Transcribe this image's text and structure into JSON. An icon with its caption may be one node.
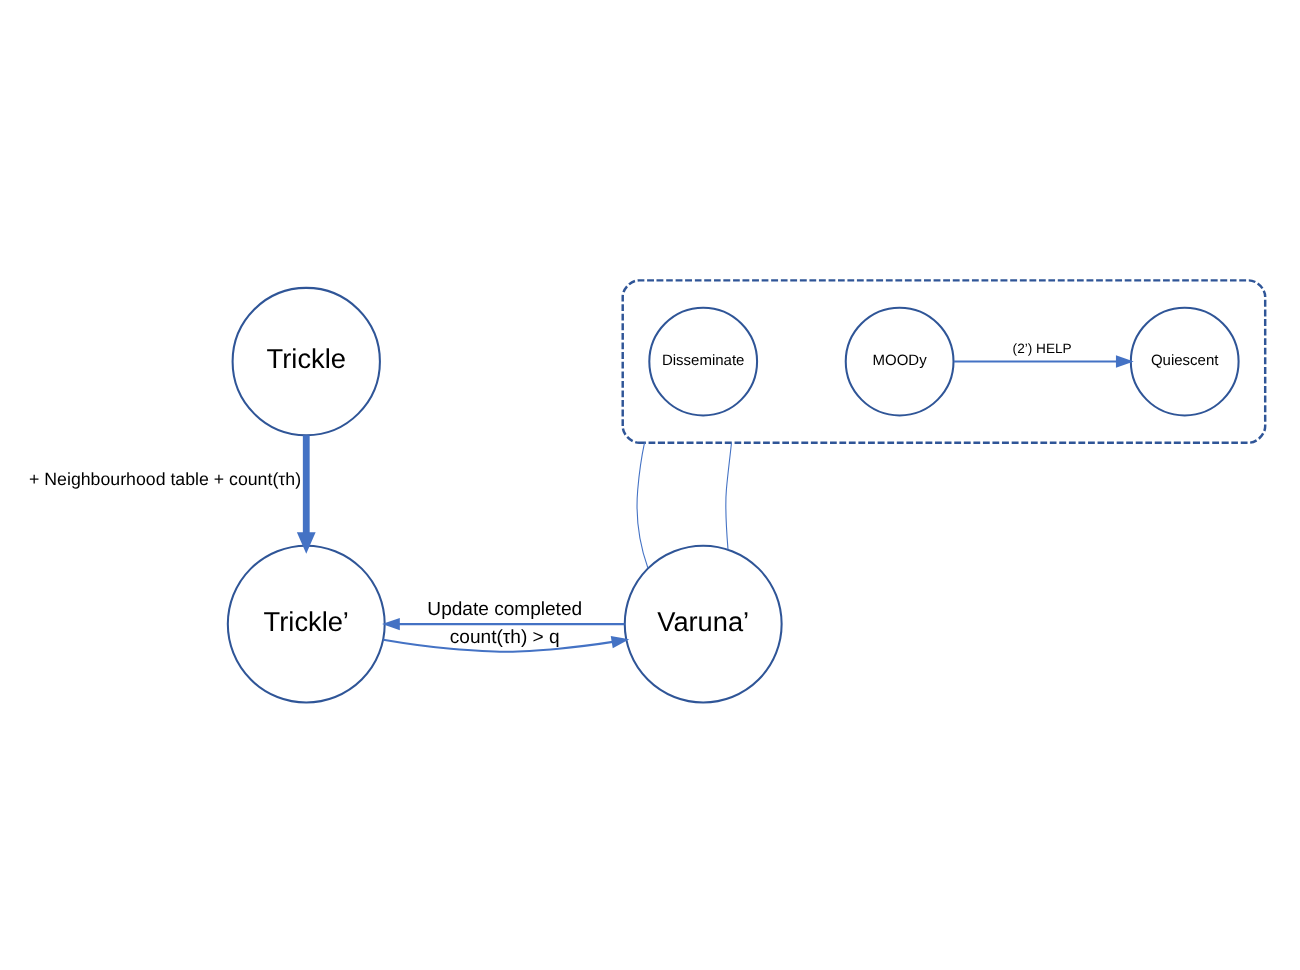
{
  "diagram": {
    "nodes": [
      {
        "text": [],
        "shape": "ellipse"
      },
      {
        "text": [
          "Quiescent"
        ],
        "in": 0
      },
      {
        "text": [
          "MOODy"
        ],
        "in": 0
      },
      {
        "text": [
          "Disseminate"
        ],
        "in": 0
      },
      {
        "text": [
          "Trickle"
        ]
      },
      {
        "text": [
          "Trickle’"
        ]
      },
      {
        "text": [
          "Varuna’"
        ]
      }
    ],
    "edges": [
      {
        "from": 2,
        "to": 1,
        "arrow": "to",
        "label": "(2’) HELP"
      },
      {
        "from": 6,
        "to": 0,
        "arrow": "none"
      },
      {
        "from": 6,
        "to": 0,
        "arrow": "none"
      },
      {
        "from": 4,
        "to": 5,
        "arrow": "to",
        "style": "thick",
        "label": "+ Neighbourhood table + count(τh)"
      },
      {
        "from": 5,
        "to": 6,
        "arrow": "to",
        "label": "count(τh) > q"
      },
      {
        "from": 6,
        "to": 5,
        "arrow": "to",
        "label": "Update completed"
      }
    ]
  }
}
